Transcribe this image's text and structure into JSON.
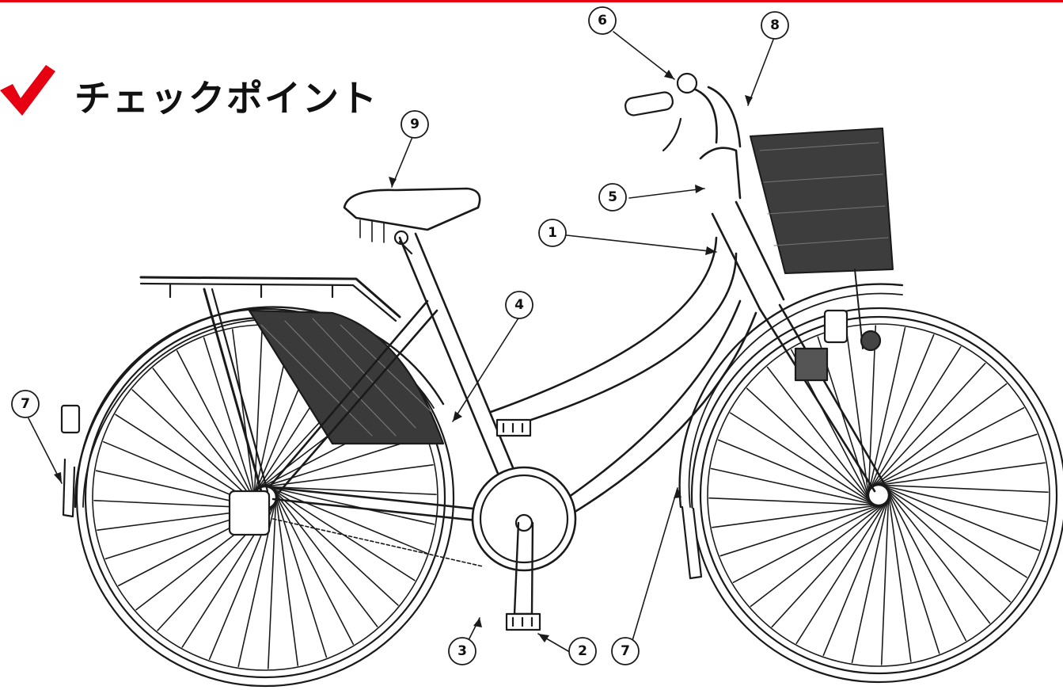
{
  "header": {
    "title": "チェックポイント",
    "accent_color": "#e60012",
    "check_icon": "checkmark-icon"
  },
  "callouts": [
    {
      "id": "c1",
      "label": "1"
    },
    {
      "id": "c2",
      "label": "2"
    },
    {
      "id": "c3",
      "label": "3"
    },
    {
      "id": "c4",
      "label": "4"
    },
    {
      "id": "c5",
      "label": "5"
    },
    {
      "id": "c6",
      "label": "6"
    },
    {
      "id": "c7a",
      "label": "7"
    },
    {
      "id": "c7b",
      "label": "7"
    },
    {
      "id": "c8",
      "label": "8"
    },
    {
      "id": "c9",
      "label": "9"
    }
  ]
}
